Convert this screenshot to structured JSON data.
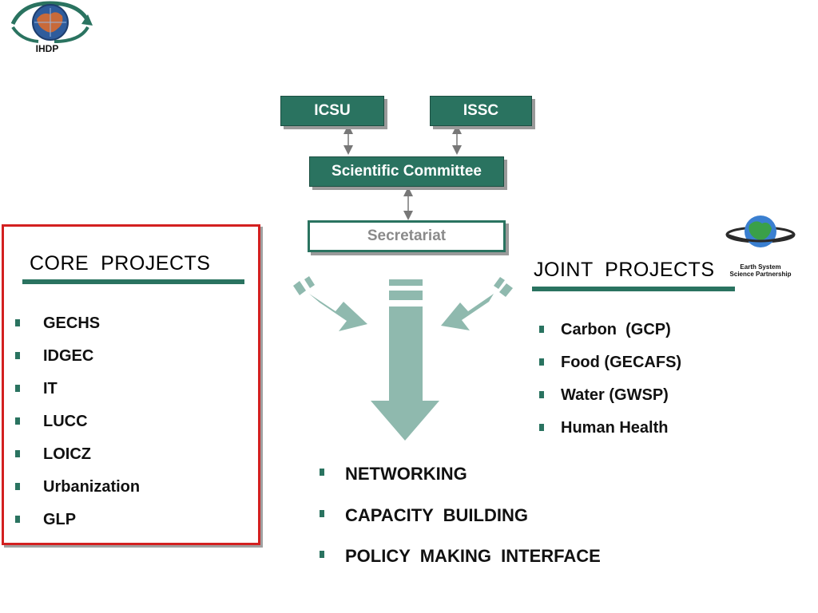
{
  "logo": {
    "text": "IHDP",
    "icon": "ihdp-globe-logo-icon"
  },
  "org": {
    "icsu": "ICSU",
    "issc": "ISSC",
    "scientific_committee": "Scientific Committee",
    "secretariat": "Secretariat"
  },
  "core": {
    "title": "CORE  PROJECTS",
    "items": [
      "GECHS",
      "IDGEC",
      "IT",
      "LUCC",
      "LOICZ",
      "Urbanization",
      "GLP"
    ]
  },
  "joint": {
    "title": "JOINT  PROJECTS",
    "items": [
      "Carbon  (GCP)",
      "Food (GECAFS)",
      "Water (GWSP)",
      "Human Health"
    ]
  },
  "essp": {
    "line1": "Earth System",
    "line2": "Science Partnership",
    "icon": "earth-globe-icon"
  },
  "outputs": {
    "items": [
      "NETWORKING",
      "CAPACITY  BUILDING",
      "POLICY  MAKING  INTERFACE"
    ]
  },
  "colors": {
    "primary": "#2a7360",
    "arrow": "#8fb9ae",
    "border_red": "#d32020"
  }
}
